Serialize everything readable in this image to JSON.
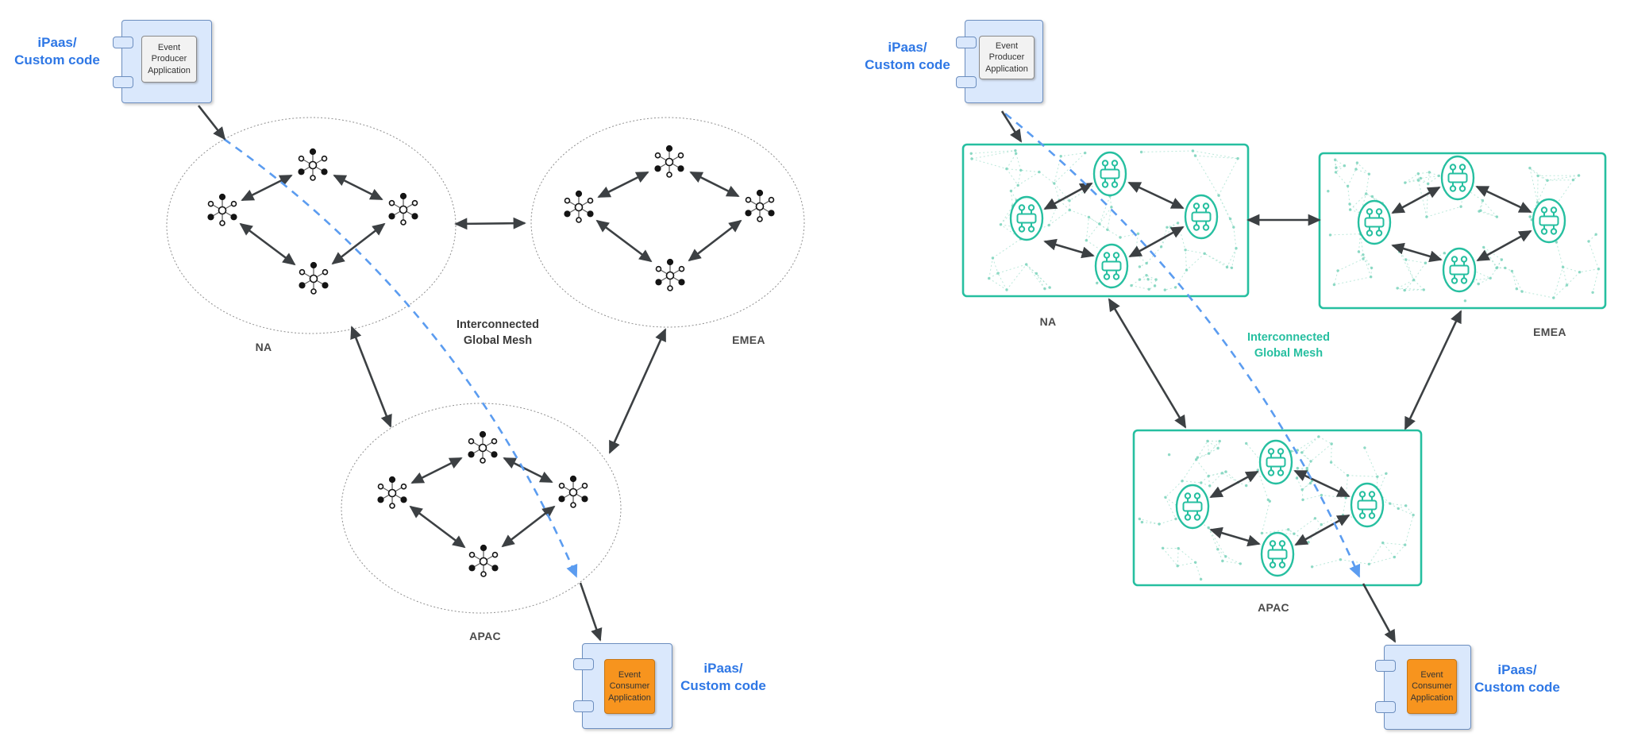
{
  "colors": {
    "accent_blue": "#2E77E5",
    "dashed_flow_blue": "#5B9CF0",
    "accent_green": "#26BFA0",
    "arrow_gray": "#3C4043",
    "component_fill": "#DAE8FC",
    "component_border": "#6C8EBF",
    "producer_inner_fill": "#F2F2F2",
    "consumer_inner_fill": "#F7941E"
  },
  "icons": {
    "hub": "six-spoke-event-broker-hub-icon",
    "broker": "event-broker-oval-icon"
  },
  "left": {
    "producer_caption": "iPaas/\nCustom code",
    "producer_app_label": "Event\nProducer\nApplication",
    "consumer_caption": "iPaas/\nCustom code",
    "consumer_app_label": "Event\nConsumer\nApplication",
    "mesh_label": "Interconnected\nGlobal Mesh",
    "regions": [
      "NA",
      "EMEA",
      "APAC"
    ]
  },
  "right": {
    "producer_caption": "iPaas/\nCustom code",
    "producer_app_label": "Event\nProducer\nApplication",
    "consumer_caption": "iPaas/\nCustom code",
    "consumer_app_label": "Event\nConsumer\nApplication",
    "mesh_label": "Interconnected\nGlobal Mesh",
    "regions": [
      "NA",
      "EMEA",
      "APAC"
    ]
  }
}
